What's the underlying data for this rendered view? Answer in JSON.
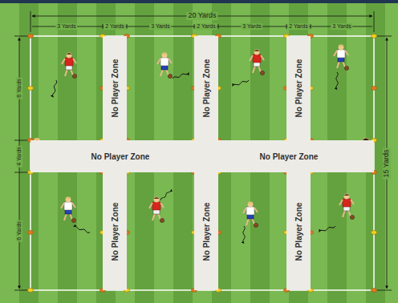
{
  "diagram": {
    "nodes": [
      {
        "text": [
          "No Player Zone"
        ]
      },
      {
        "text": [
          "No Player Zone"
        ]
      },
      {
        "text": [
          "No Player Zone"
        ]
      },
      {
        "text": [
          "No Player Zone",
          "No Player Zone"
        ]
      },
      {
        "text": [
          "No Player Zone"
        ]
      },
      {
        "text": [
          "No Player Zone"
        ]
      },
      {
        "text": [
          "No Player Zone"
        ]
      }
    ],
    "labels": [
      "20 Yards",
      "3 Yards",
      "2 Yards",
      "3 Yards",
      "2 Yards",
      "3 Yards",
      "2 Yards",
      "3 Yards",
      "6 Yards",
      "4 Yards",
      "6 Yards",
      "15 Yards"
    ]
  }
}
